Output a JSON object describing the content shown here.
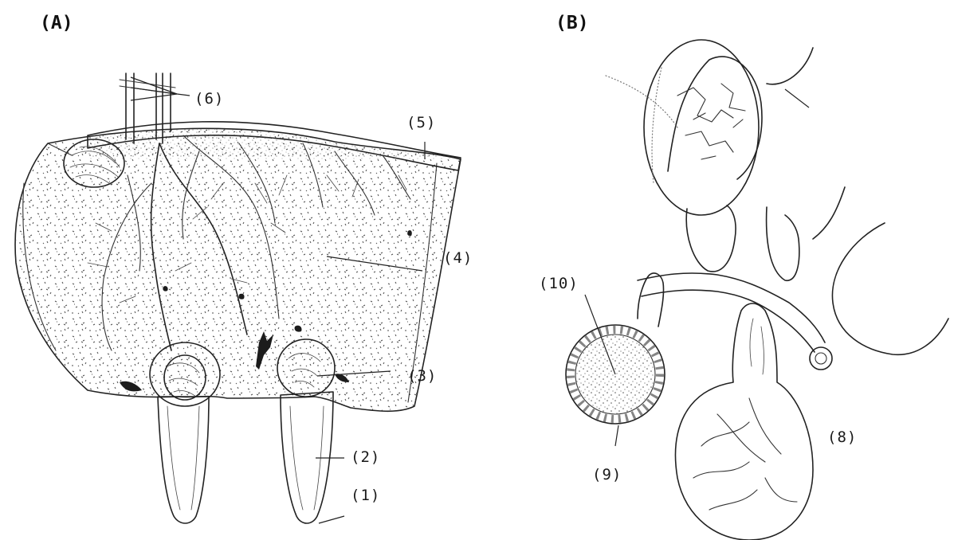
{
  "panels": [
    {
      "id": "A",
      "label": "(A)"
    },
    {
      "id": "B",
      "label": "(B)"
    }
  ],
  "callouts": {
    "c1": "(1)",
    "c2": "(2)",
    "c3": "(3)",
    "c4": "(4)",
    "c5": "(5)",
    "c6": "(6)",
    "c8": "(8)",
    "c9": "(9)",
    "c10": "(10)"
  }
}
